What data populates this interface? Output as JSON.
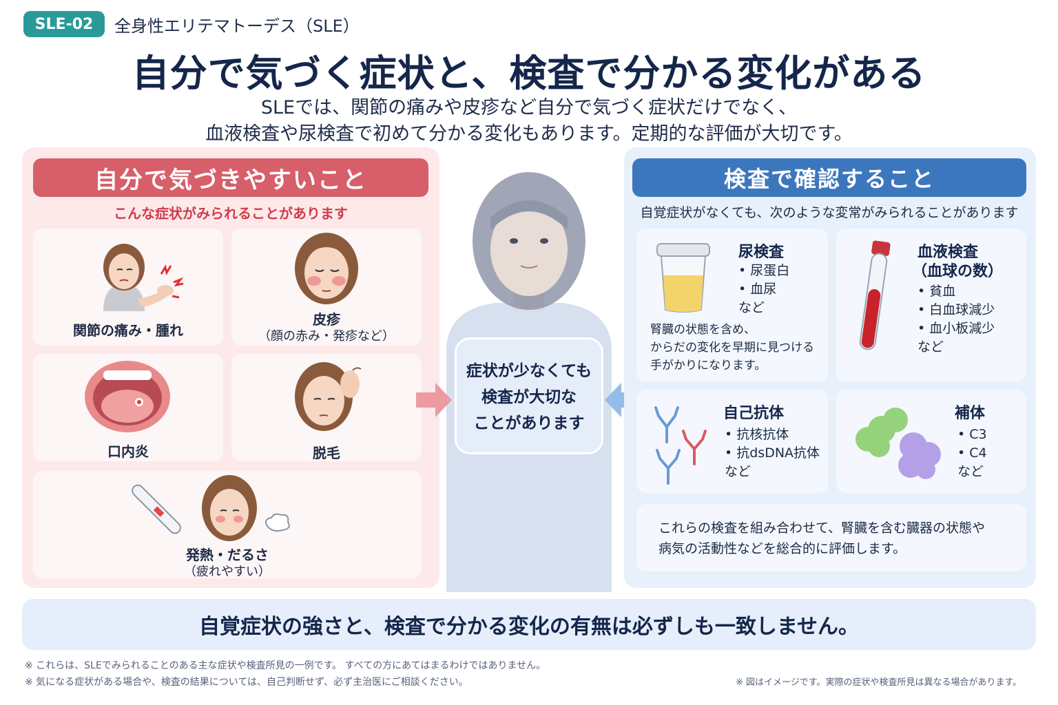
{
  "header": {
    "badge": "SLE-02",
    "disease": "全身性エリテマトーデス（SLE）",
    "title": "自分で気づく症状と、検査で分かる変化がある",
    "subtitle_line1": "SLEでは、関節の痛みや皮疹など自分で気づく症状だけでなく、",
    "subtitle_line2": "血液検査や尿検査で初めて分かる変化もあります。定期的な評価が大切です。"
  },
  "left": {
    "heading": "自分で気づきやすいこと",
    "subheading": "こんな症状がみられることがあります",
    "cards": [
      {
        "label": "関節の痛み・腫れ",
        "icon": "joint-pain-icon"
      },
      {
        "label": "皮疹",
        "note": "（顔の赤み・発疹など）",
        "icon": "facial-rash-icon"
      },
      {
        "label": "口内炎",
        "icon": "mouth-ulcer-icon"
      },
      {
        "label": "脱毛",
        "icon": "hair-loss-icon"
      },
      {
        "label": "発熱・だるさ",
        "note": "（疲れやすい）",
        "icon": "fever-icon"
      }
    ]
  },
  "center": {
    "line1": "症状が少なくても",
    "line2": "検査が大切な",
    "line3": "ことがあります"
  },
  "right": {
    "heading": "検査で確認すること",
    "subheading": "自覚症状がなくても、次のような変常がみられることがあります",
    "urine": {
      "title": "尿検査",
      "items": [
        "• 尿蛋白",
        "• 血尿",
        "など"
      ],
      "note_line1": "腎臓の状態を含め、",
      "note_line2": "からだの変化を早期に見つける",
      "note_line3": "手がかりになります。"
    },
    "blood": {
      "title_line1": "血液検査",
      "title_line2": "（血球の数）",
      "items": [
        "• 貧血",
        "• 白血球減少",
        "• 血小板減少",
        "など"
      ]
    },
    "antibody": {
      "title": "自己抗体",
      "items": [
        "• 抗核抗体",
        "• 抗dsDNA抗体",
        "など"
      ]
    },
    "complement": {
      "title": "補体",
      "items": [
        "• C3",
        "• C4",
        "など"
      ]
    },
    "summary_line1": "これらの検査を組み合わせて、腎臓を含む臓器の状態や",
    "summary_line2": "病気の活動性などを総合的に評価します。"
  },
  "bottom": {
    "message": "自覚症状の強さと、検査で分かる変化の有無は必ずしも一致しません。"
  },
  "footer": {
    "note1": "※ これらは、SLEでみられることのある主な症状や検査所見の一例です。 すべての方にあてはまるわけではありません。",
    "note2": "※ 気になる症状がある場合や、検査の結果については、自己判断せず、必ず主治医にご相談ください。",
    "note3": "※ 図はイメージです。実際の症状や検査所見は異なる場合があります。"
  },
  "colors": {
    "badge": "#2a9a99",
    "left_accent": "#d65f6a",
    "right_accent": "#3c77bd",
    "title": "#15264b"
  }
}
